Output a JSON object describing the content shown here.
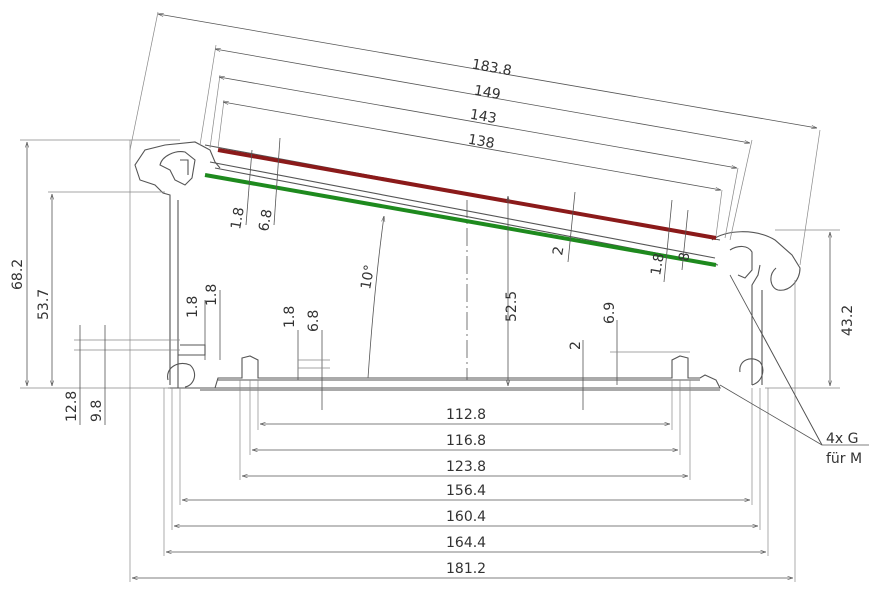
{
  "drawing": {
    "colors": {
      "line": "#555555",
      "red_panel": "#8b1a1a",
      "green_panel": "#1e8a1e"
    },
    "angle_label": "10°",
    "note": {
      "line1": "4x G",
      "line2": "für M"
    },
    "top_dims": {
      "d1": "183.8",
      "d2": "149",
      "d3": "143",
      "d4": "138"
    },
    "slope_small": {
      "a": "1.8",
      "b": "6.8",
      "c": "2",
      "d": "1.8",
      "e": "8"
    },
    "left_dims": {
      "h1": "68.2",
      "h2": "53.7",
      "h3": "12.8",
      "h4": "9.8"
    },
    "right_dims": {
      "h1": "43.2"
    },
    "inner_dims": {
      "a": "1.8",
      "b": "1.8",
      "c": "1.8",
      "d": "6.8",
      "e": "52.5",
      "f": "2",
      "g": "6.9"
    },
    "bottom_dims": {
      "w1": "112.8",
      "w2": "116.8",
      "w3": "123.8",
      "w4": "156.4",
      "w5": "160.4",
      "w6": "164.4",
      "w7": "181.2"
    }
  }
}
